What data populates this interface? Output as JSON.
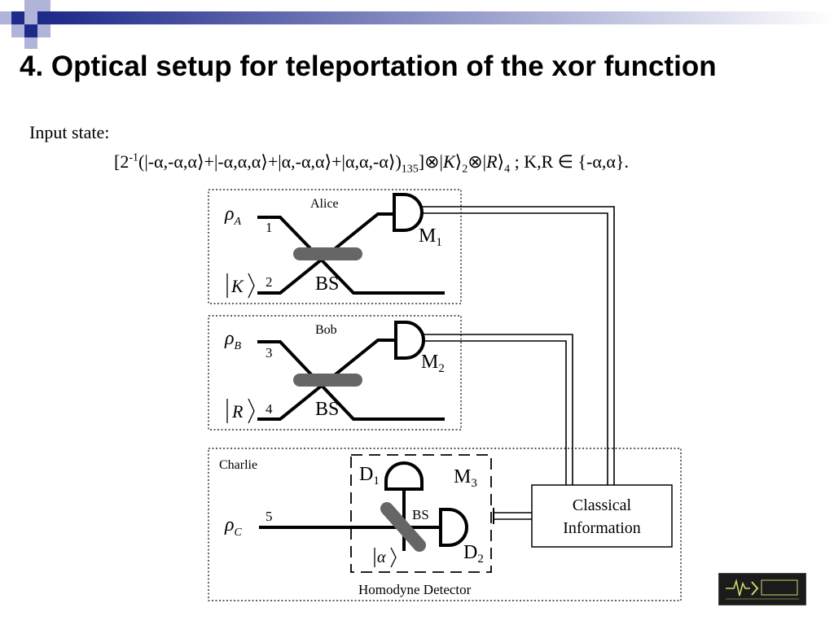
{
  "slide": {
    "title": "4. Optical setup for teleportation of the xor function",
    "input_label": "Input state:",
    "formula": {
      "open": "[2",
      "exp": "-1",
      "body": "(|-α,-α,α⟩+|-α,α,α⟩+|α,-α,α⟩+|α,α,-α⟩)",
      "sub_modes": "135",
      "tensor1": "]⊗|",
      "K": "K",
      "close_K": "⟩",
      "sub_K": "2",
      "tensor2": "⊗|",
      "R": "R",
      "close_R": "⟩",
      "sub_R": "4",
      "tail": " ; K,R ∈ {-α,α}."
    }
  },
  "diagram": {
    "alice": {
      "label": "Alice",
      "rho": "ρ",
      "rho_sub": "A",
      "port1": "1",
      "port2": "2",
      "ket": "K",
      "bs": "BS",
      "meas": "M",
      "meas_sub": "1"
    },
    "bob": {
      "label": "Bob",
      "rho": "ρ",
      "rho_sub": "B",
      "port1": "3",
      "port2": "4",
      "ket": "R",
      "bs": "BS",
      "meas": "M",
      "meas_sub": "2"
    },
    "charlie": {
      "label": "Charlie",
      "rho": "ρ",
      "rho_sub": "C",
      "port": "5",
      "ket": "α",
      "bs": "BS",
      "d1": "D",
      "d1_sub": "1",
      "d2": "D",
      "d2_sub": "2",
      "meas": "M",
      "meas_sub": "3",
      "homodyne": "Homodyne Detector"
    },
    "classical": {
      "line1": "Classical",
      "line2": "Information"
    }
  },
  "colors": {
    "accent": "#1f2a8a",
    "bs_gray": "#666666",
    "line": "#000000"
  }
}
